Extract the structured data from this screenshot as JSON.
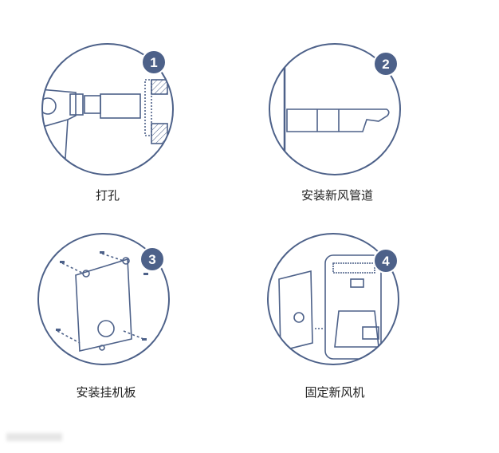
{
  "steps": [
    {
      "number": "1",
      "label": "打孔"
    },
    {
      "number": "2",
      "label": "安装新风管道"
    },
    {
      "number": "3",
      "label": "安装挂机板"
    },
    {
      "number": "4",
      "label": "固定新风机"
    }
  ],
  "colors": {
    "line": "#4d6189",
    "badge": "#4d6189"
  }
}
